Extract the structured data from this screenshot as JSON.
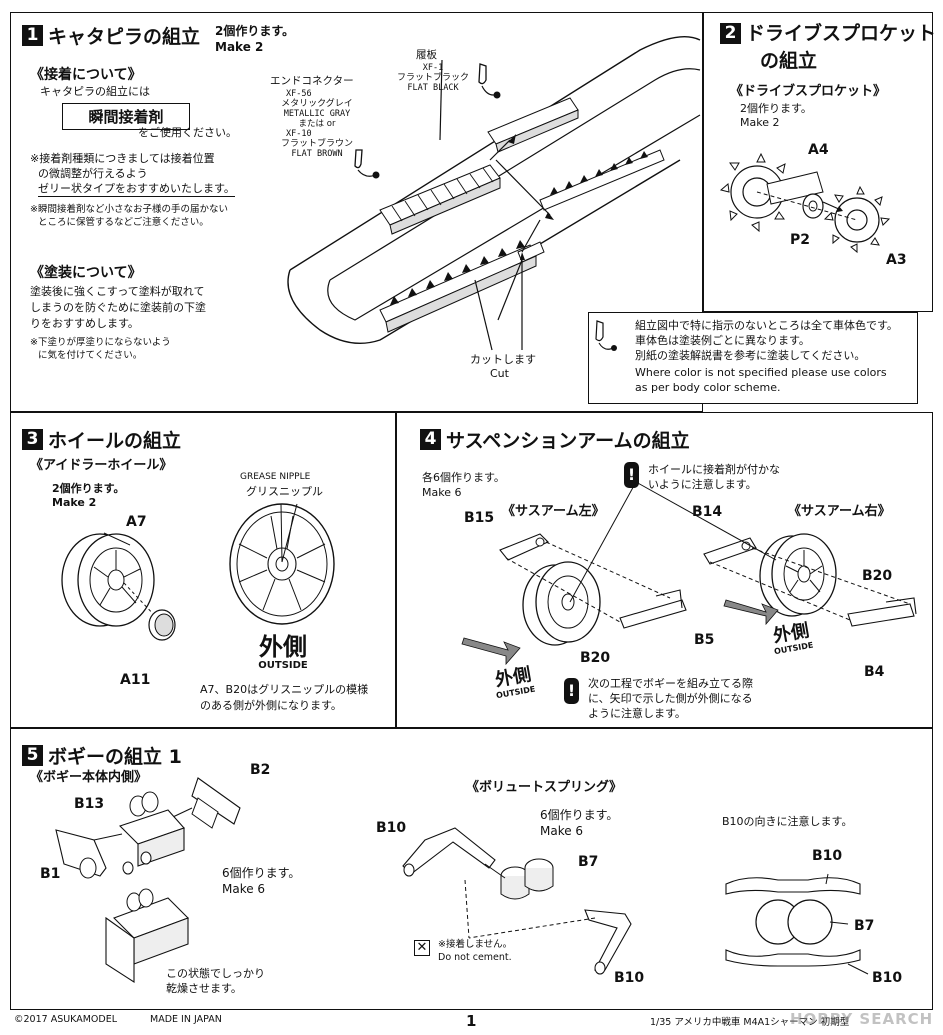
{
  "step1": {
    "number": "1",
    "title": "キャタピラの組立",
    "make_jp": "2個作ります。",
    "make_en": "Make 2",
    "adhesive": {
      "heading": "《接着について》",
      "line1": "キャタピラの組立には",
      "boxed": "瞬間接着剤",
      "line2": "をご使用ください。",
      "note1_l1": "※接着剤種類につきましては接着位置",
      "note1_l2": "の微調整が行えるよう",
      "note1_l3": "ゼリー状タイプをおすすめいたします。",
      "note2_l1": "※瞬間接着剤など小さなお子様の手の届かない",
      "note2_l2": "ところに保管するなどご注意ください。"
    },
    "painting": {
      "heading": "《塗装について》",
      "line1": "塗装後に強くこすって塗料が取れて",
      "line2": "しまうのを防ぐために塗装前の下塗",
      "line3": "りをおすすめします。",
      "note_l1": "※下塗りが厚塗りにならないよう",
      "note_l2": "に気を付けてください。"
    },
    "end_connector": {
      "title": "エンドコネクター",
      "l1": "XF-56",
      "l2": "メタリックグレイ",
      "l3": "METALLIC GRAY",
      "l4": "または or",
      "l5": "XF-10",
      "l6": "フラットブラウン",
      "l7": "FLAT BROWN"
    },
    "track_plate": {
      "title": "履板",
      "l1": "XF-1",
      "l2": "フラットブラック",
      "l3": "FLAT BLACK"
    },
    "cut_jp": "カットします",
    "cut_en": "Cut"
  },
  "step2": {
    "number": "2",
    "title_l1": "ドライブスプロケット",
    "title_l2": "の組立",
    "subheading": "《ドライブスプロケット》",
    "make_jp": "2個作ります。",
    "make_en": "Make 2",
    "parts": [
      "A4",
      "P2",
      "A3"
    ]
  },
  "color_note": {
    "jp1": "組立図中で特に指示のないところは全て車体色です。",
    "jp2": "車体色は塗装例ごとに異なります。",
    "jp3": "別紙の塗装解説書を参考に塗装してください。",
    "en1": "Where color is not specified please use colors",
    "en2": "as per body color scheme."
  },
  "step3": {
    "number": "3",
    "title": "ホイールの組立",
    "subheading": "《アイドラーホイール》",
    "make_jp": "2個作ります。",
    "make_en": "Make 2",
    "parts": [
      "A7",
      "A11"
    ],
    "grease_en": "GREASE NIPPLE",
    "grease_jp": "グリスニップル",
    "outside_jp": "外側",
    "outside_en": "OUTSIDE",
    "note1": "A7、B20はグリスニップルの模様",
    "note2": "のある側が外側になります。"
  },
  "step4": {
    "number": "4",
    "title": "サスペンションアームの組立",
    "make_jp": "各6個作ります。",
    "make_en": "Make 6",
    "caution_top1": "ホイールに接着剤が付かな",
    "caution_top2": "いように注意します。",
    "left_heading": "《サスアーム左》",
    "right_heading": "《サスアーム右》",
    "parts_left": [
      "B15",
      "B20",
      "B5"
    ],
    "parts_right": [
      "B14",
      "B20",
      "B4"
    ],
    "outside_jp": "外側",
    "outside_en": "OUTSIDE",
    "caution_bottom1": "次の工程でボギーを組み立てる際",
    "caution_bottom2": "に、矢印で示した側が外側になる",
    "caution_bottom3": "ように注意します。"
  },
  "step5": {
    "number": "5",
    "title": "ボギーの組立 1",
    "subheading": "《ボギー本体内側》",
    "parts_left": [
      "B2",
      "B13",
      "B1"
    ],
    "make_jp": "6個作ります。",
    "make_en": "Make 6",
    "dry_l1": "この状態でしっかり",
    "dry_l2": "乾燥させます。",
    "volute_heading": "《ボリュートスプリング》",
    "volute_make_jp": "6個作ります。",
    "volute_make_en": "Make 6",
    "parts_mid": [
      "B10",
      "B7",
      "B10"
    ],
    "no_cement_jp": "※接着しません。",
    "no_cement_en": "Do not cement.",
    "orient_note": "B10の向きに注意します。",
    "parts_right": [
      "B10",
      "B7",
      "B10"
    ]
  },
  "footer": {
    "copyright": "©2017 ASUKAMODEL",
    "made_in": "MADE IN JAPAN",
    "page": "1",
    "product": "1/35 アメリカ中戦車 M4A1シャーマン 初期型",
    "watermark": "HOBBY SEARCH"
  }
}
